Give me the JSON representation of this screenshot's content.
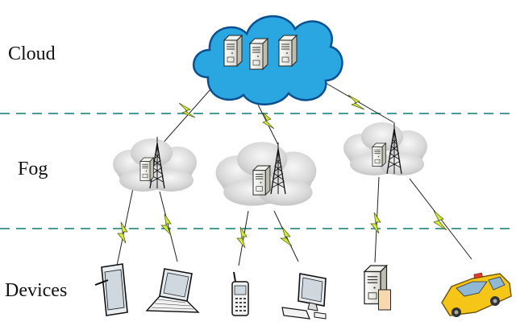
{
  "layers": {
    "cloud": "Cloud",
    "fog": "Fog",
    "devices": "Devices"
  },
  "colors": {
    "cloud_fill": "#2aa6e0",
    "cloud_stroke": "#0a4f8f",
    "fog_fill": "#dcdcdc",
    "divider": "#2f8f84",
    "lightning": "#d6e83a",
    "taxi": "#f5c518"
  },
  "nodes": {
    "cloud": {
      "icon": "server-rack-icon",
      "servers": 3
    },
    "fog": [
      {
        "icon": "fog-node-icon",
        "tower": "antenna-tower-icon"
      },
      {
        "icon": "fog-node-icon",
        "tower": "antenna-tower-icon"
      },
      {
        "icon": "fog-node-icon",
        "tower": "antenna-tower-icon"
      }
    ],
    "devices": [
      {
        "icon": "tablet-icon"
      },
      {
        "icon": "laptop-icon"
      },
      {
        "icon": "mobile-phone-icon"
      },
      {
        "icon": "desktop-computer-icon"
      },
      {
        "icon": "server-icon"
      },
      {
        "icon": "taxi-icon"
      }
    ]
  }
}
